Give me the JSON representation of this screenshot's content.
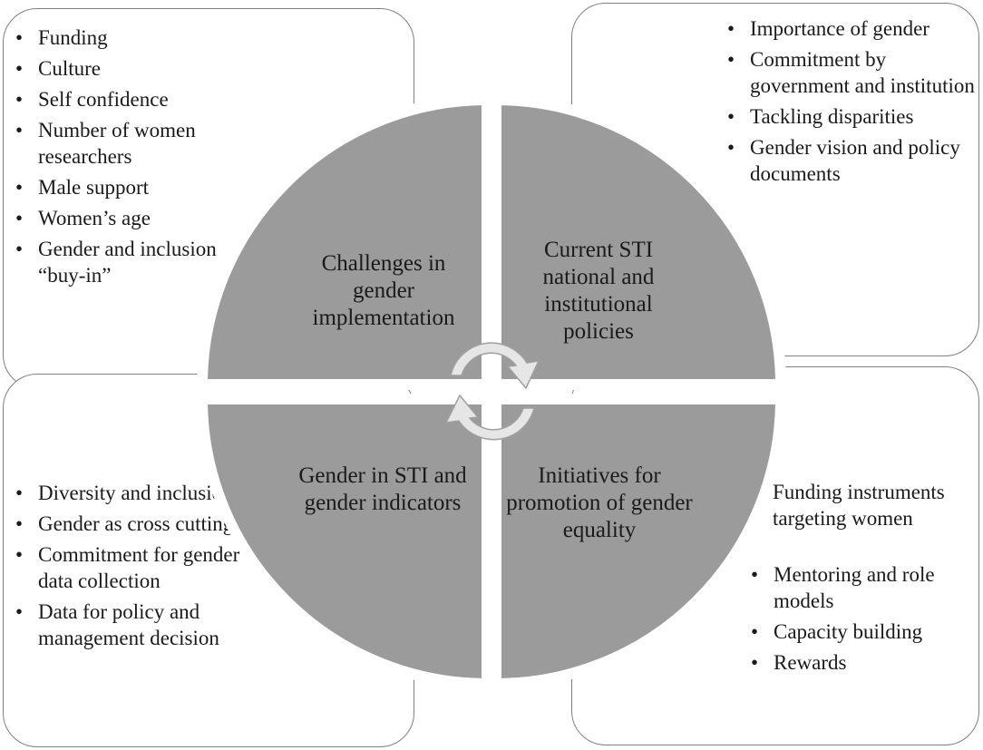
{
  "quadrants": {
    "top_left": "Challenges in gender implementation",
    "top_right": "Current STI national and institutional policies",
    "bottom_left": "Gender in STI and gender indicators",
    "bottom_right": "Initiatives for promotion of gender equality"
  },
  "boxes": {
    "top_left": {
      "items": [
        "Funding",
        "Culture",
        "Self confidence",
        "Number of women researchers",
        "Male support",
        "Women’s age",
        "Gender and inclusion “buy-in”"
      ]
    },
    "top_right": {
      "items": [
        "Importance of gender",
        "Commitment by government and institution",
        "Tackling disparities",
        "Gender vision and policy documents"
      ]
    },
    "bottom_left": {
      "items": [
        "Diversity and inclusion",
        "Gender as cross cutting area",
        "Commitment for gender data collection",
        "Data for policy and management decision"
      ]
    },
    "bottom_right": {
      "intro": "Funding instruments targeting women",
      "items": [
        "Mentoring and role models",
        "Capacity building",
        "Rewards"
      ]
    }
  },
  "bullet_symbol": "•",
  "colors": {
    "quadrant_fill": "#9b9b9b",
    "box_border": "#7f7f7f",
    "arrow_fill": "#e6e6e6",
    "text": "#1a1a1a"
  },
  "icons": [
    "cycle-arrows-icon"
  ]
}
